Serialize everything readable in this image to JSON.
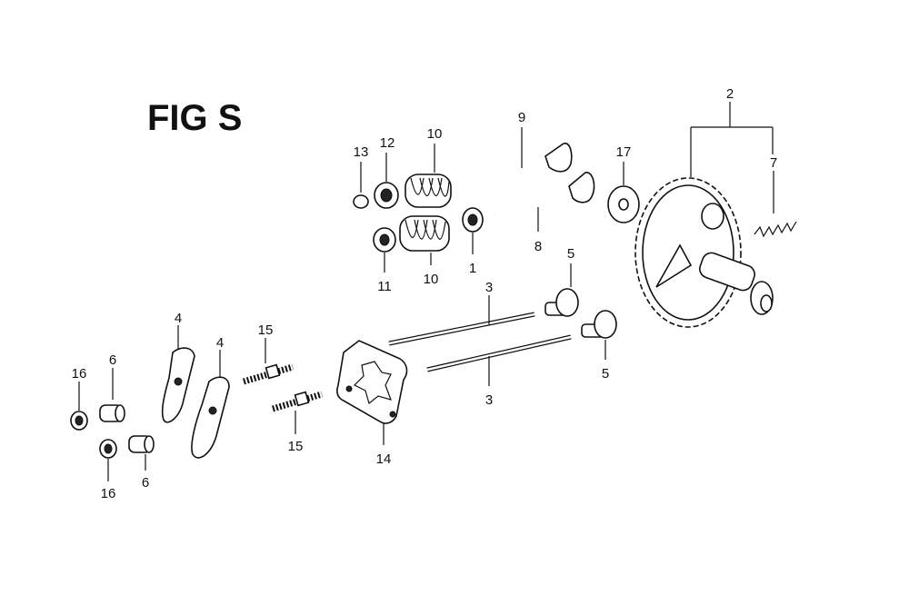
{
  "figure": {
    "title": "FIG S"
  },
  "parts": [
    {
      "id": "13",
      "label": "13"
    },
    {
      "id": "12",
      "label": "12"
    },
    {
      "id": "10a",
      "label": "10"
    },
    {
      "id": "9",
      "label": "9"
    },
    {
      "id": "2",
      "label": "2"
    },
    {
      "id": "17",
      "label": "17"
    },
    {
      "id": "7",
      "label": "7"
    },
    {
      "id": "11",
      "label": "11"
    },
    {
      "id": "10b",
      "label": "10"
    },
    {
      "id": "1",
      "label": "1"
    },
    {
      "id": "8",
      "label": "8"
    },
    {
      "id": "5a",
      "label": "5"
    },
    {
      "id": "3a",
      "label": "3"
    },
    {
      "id": "5b",
      "label": "5"
    },
    {
      "id": "3b",
      "label": "3"
    },
    {
      "id": "4a",
      "label": "4"
    },
    {
      "id": "4b",
      "label": "4"
    },
    {
      "id": "15a",
      "label": "15"
    },
    {
      "id": "15b",
      "label": "15"
    },
    {
      "id": "16a",
      "label": "16"
    },
    {
      "id": "6a",
      "label": "6"
    },
    {
      "id": "6b",
      "label": "6"
    },
    {
      "id": "16b",
      "label": "16"
    },
    {
      "id": "14",
      "label": "14"
    }
  ]
}
